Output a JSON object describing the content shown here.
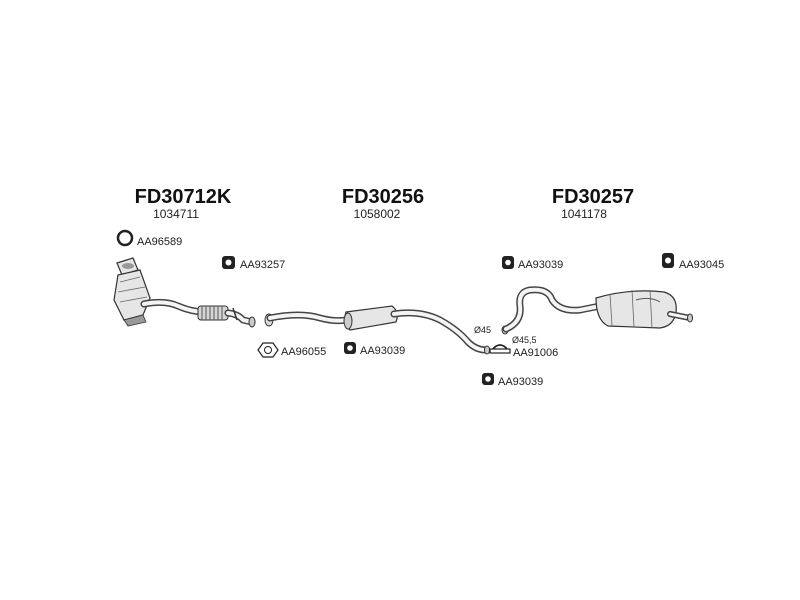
{
  "groups": [
    {
      "code": "FD30712K",
      "oe": "1034711"
    },
    {
      "code": "FD30256",
      "oe": "1058002"
    },
    {
      "code": "FD30257",
      "oe": "1041178"
    }
  ],
  "parts": {
    "ring": "AA96589",
    "hanger_left": "AA93257",
    "gasket": "AA96055",
    "hanger_mid": "AA93039",
    "hanger_rear_front": "AA93039",
    "clamp": "AA91006",
    "hanger_bottom": "AA93039",
    "hanger_right": "AA93045"
  },
  "dimensions": {
    "d1": "Ø45",
    "d2": "Ø45,5"
  }
}
